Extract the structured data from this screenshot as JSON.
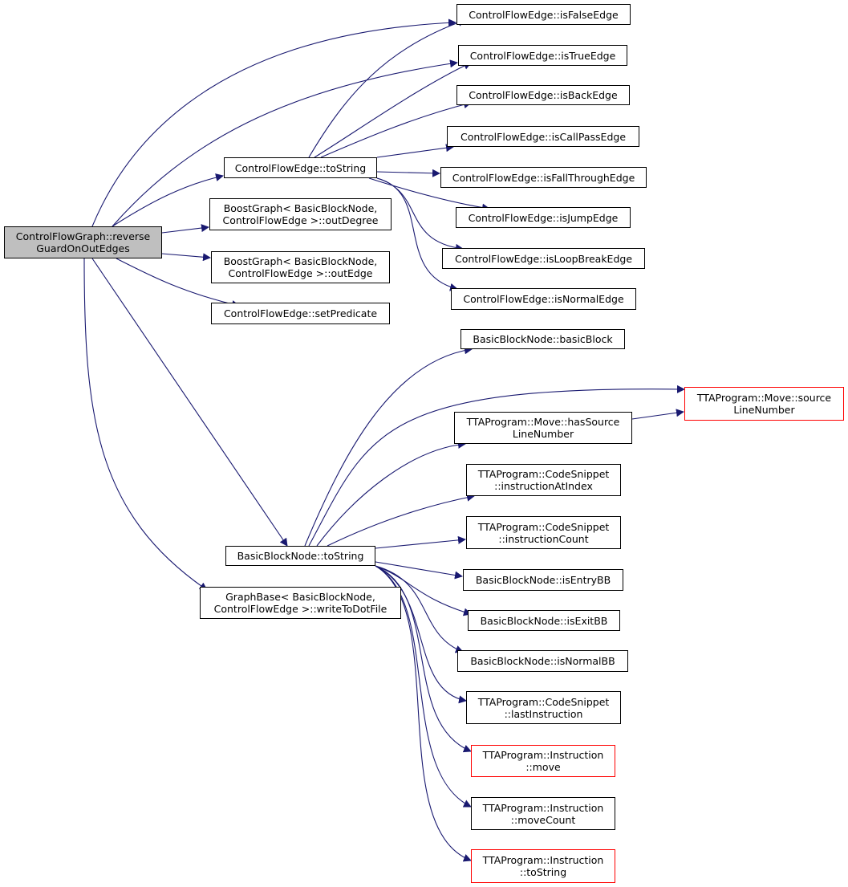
{
  "colors": {
    "edge": "#191970",
    "root_fill": "#bfbfbf",
    "border": "#000000",
    "incomplete_border": "#ff0000"
  },
  "nodes": {
    "root": {
      "lines": [
        "ControlFlowGraph::reverse",
        "GuardOnOutEdges"
      ]
    },
    "cfe_tostring": {
      "lines": [
        "ControlFlowEdge::toString"
      ]
    },
    "bg_outdeg": {
      "lines": [
        "BoostGraph< BasicBlockNode,",
        "ControlFlowEdge >::outDegree"
      ]
    },
    "bg_outedge": {
      "lines": [
        "BoostGraph< BasicBlockNode,",
        "ControlFlowEdge >::outEdge"
      ]
    },
    "setpred": {
      "lines": [
        "ControlFlowEdge::setPredicate"
      ]
    },
    "bbn_tostring": {
      "lines": [
        "BasicBlockNode::toString"
      ]
    },
    "gb_write": {
      "lines": [
        "GraphBase< BasicBlockNode,",
        "ControlFlowEdge >::writeToDotFile"
      ]
    },
    "isfalse": {
      "lines": [
        "ControlFlowEdge::isFalseEdge"
      ]
    },
    "istrue": {
      "lines": [
        "ControlFlowEdge::isTrueEdge"
      ]
    },
    "isback": {
      "lines": [
        "ControlFlowEdge::isBackEdge"
      ]
    },
    "iscallpass": {
      "lines": [
        "ControlFlowEdge::isCallPassEdge"
      ]
    },
    "isfall": {
      "lines": [
        "ControlFlowEdge::isFallThroughEdge"
      ]
    },
    "isjump": {
      "lines": [
        "ControlFlowEdge::isJumpEdge"
      ]
    },
    "isloop": {
      "lines": [
        "ControlFlowEdge::isLoopBreakEdge"
      ]
    },
    "isnormal": {
      "lines": [
        "ControlFlowEdge::isNormalEdge"
      ]
    },
    "basicblock": {
      "lines": [
        "BasicBlockNode::basicBlock"
      ]
    },
    "srcline": {
      "lines": [
        "TTAProgram::Move::source",
        "LineNumber"
      ]
    },
    "hassrc": {
      "lines": [
        "TTAProgram::Move::hasSource",
        "LineNumber"
      ]
    },
    "instatidx": {
      "lines": [
        "TTAProgram::CodeSnippet",
        "::instructionAtIndex"
      ]
    },
    "instcount": {
      "lines": [
        "TTAProgram::CodeSnippet",
        "::instructionCount"
      ]
    },
    "isentry": {
      "lines": [
        "BasicBlockNode::isEntryBB"
      ]
    },
    "isexit": {
      "lines": [
        "BasicBlockNode::isExitBB"
      ]
    },
    "isnormalbb": {
      "lines": [
        "BasicBlockNode::isNormalBB"
      ]
    },
    "lastinst": {
      "lines": [
        "TTAProgram::CodeSnippet",
        "::lastInstruction"
      ]
    },
    "move": {
      "lines": [
        "TTAProgram::Instruction",
        "::move"
      ]
    },
    "movecount": {
      "lines": [
        "TTAProgram::Instruction",
        "::moveCount"
      ]
    },
    "insttostr": {
      "lines": [
        "TTAProgram::Instruction",
        "::toString"
      ]
    }
  }
}
